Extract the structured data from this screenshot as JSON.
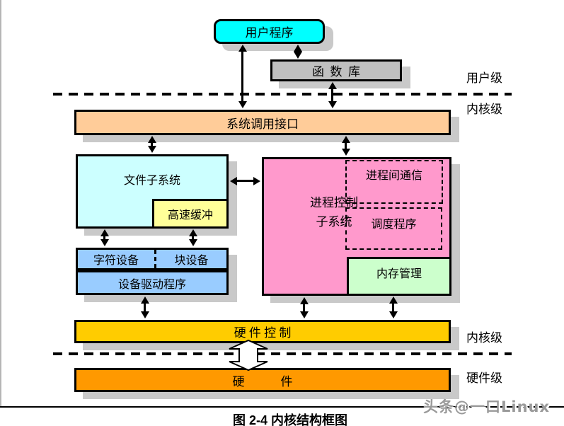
{
  "caption": "图 2-4 内核结构框图",
  "watermark": "头条@一口Linux",
  "levels": {
    "user": "用户级",
    "kernel_top": "内核级",
    "kernel_bottom": "内核级",
    "hardware": "硬件级"
  },
  "boxes": {
    "user_program": {
      "label": "用户程序",
      "fill": "#00ffff"
    },
    "function_library": {
      "label": "函  数  库",
      "fill": "#c0c0c0"
    },
    "syscall_interface": {
      "label": "系统调用接口",
      "fill": "#ffcc99"
    },
    "file_subsystem": {
      "label": "文件子系统",
      "fill": "#ccffff"
    },
    "buffer_cache": {
      "label": "高速缓冲",
      "fill": "#ffff99"
    },
    "process_control": {
      "line1": "进程控制",
      "line2": "子系统",
      "fill": "#ff99cc"
    },
    "ipc": {
      "label": "进程间通信",
      "border": "dashed"
    },
    "scheduler": {
      "label": "调度程序",
      "border": "dashed"
    },
    "memory_management": {
      "label": "内存管理",
      "fill": "#ccffcc"
    },
    "char_device": {
      "label": "字符设备",
      "fill": "#99ccff"
    },
    "block_device": {
      "label": "块设备",
      "fill": "#99ccff"
    },
    "device_driver": {
      "label": "设备驱动程序",
      "fill": "#99ccff"
    },
    "hardware_control": {
      "label": "硬 件 控 制",
      "fill": "#ffcc00"
    },
    "hardware": {
      "label": "硬            件",
      "fill": "#ff9900"
    }
  }
}
